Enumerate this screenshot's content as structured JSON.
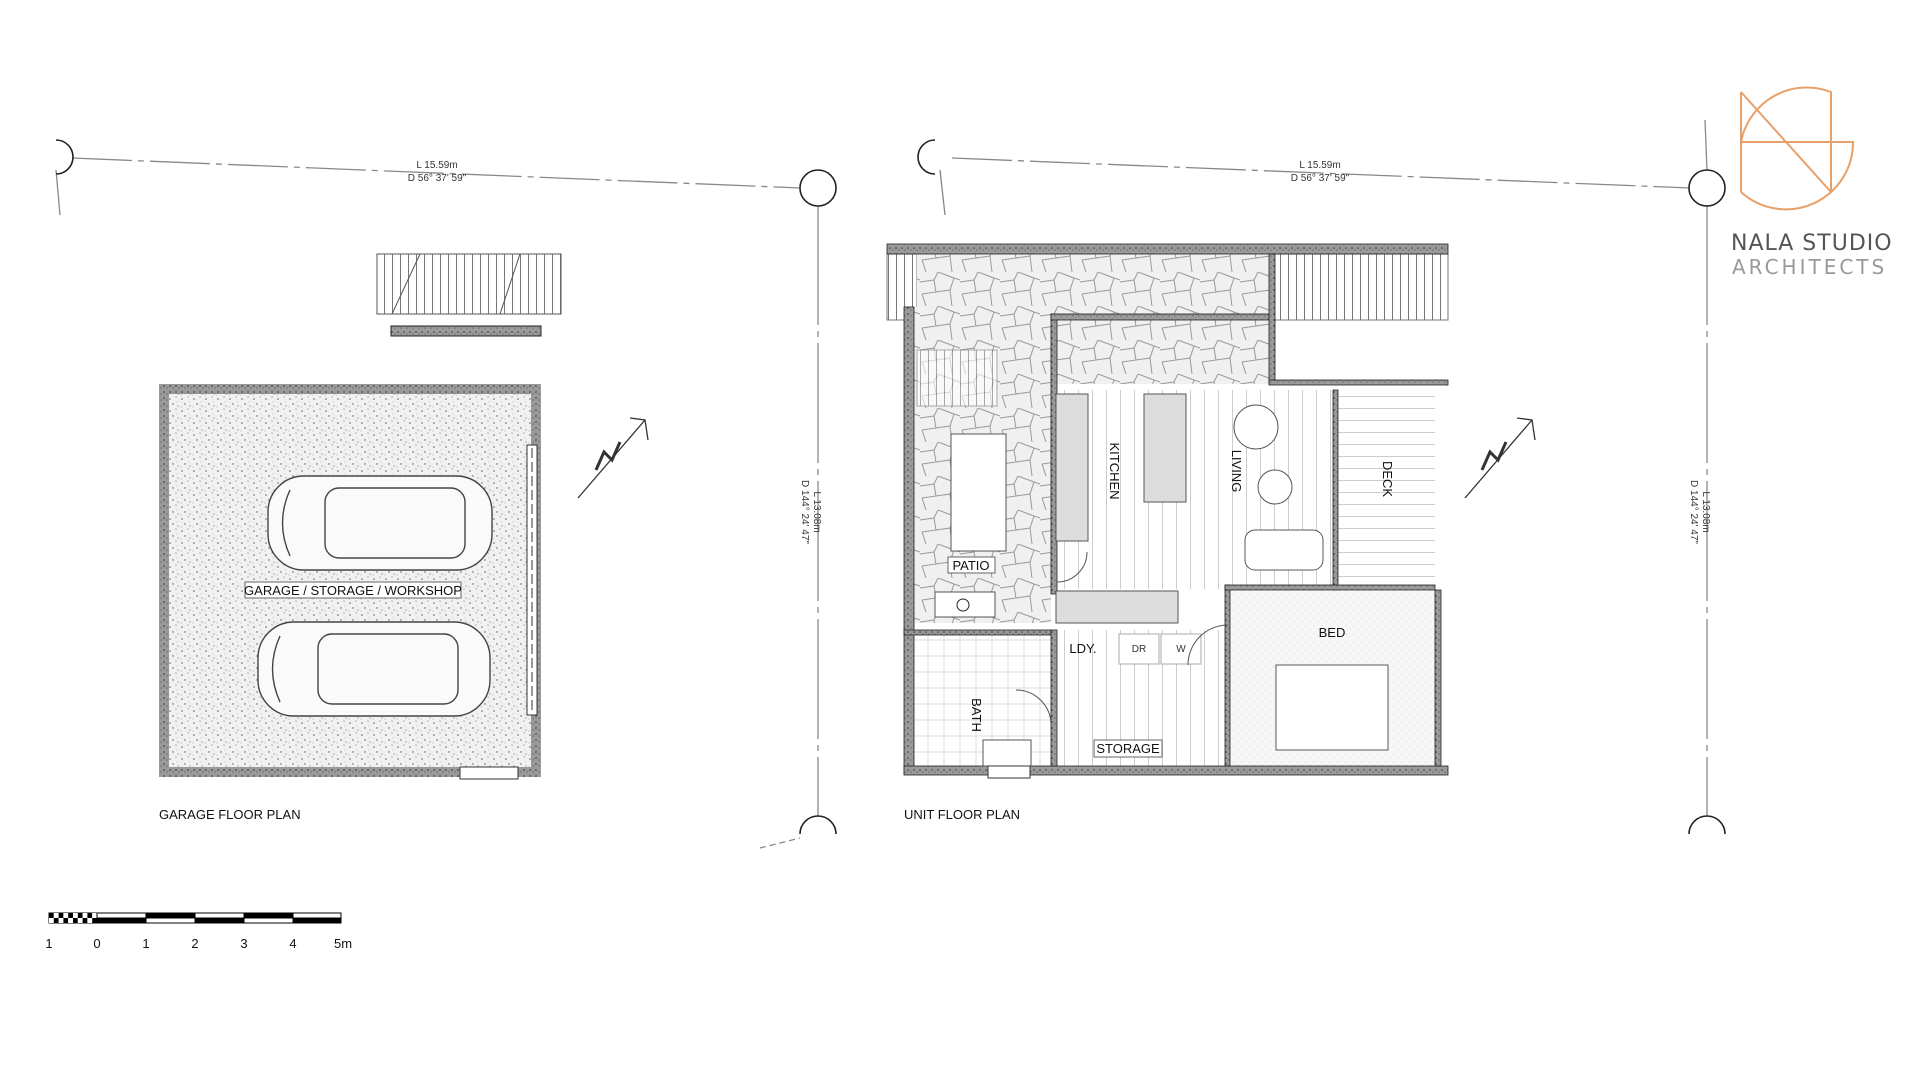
{
  "brand": {
    "name": "NALA STUDIO",
    "subtitle": "ARCHITECTS",
    "accent_color": "#e8a06a"
  },
  "boundaries": {
    "top_length": "L 15.59m",
    "top_bearing": "D 56° 37' 59\"",
    "side_length": "L 13.08m",
    "side_bearing": "D 144° 24' 47\""
  },
  "garage": {
    "title": "GARAGE FLOOR PLAN",
    "room_label": "GARAGE / STORAGE / WORKSHOP"
  },
  "unit": {
    "title": "UNIT FLOOR PLAN",
    "rooms": {
      "patio": "PATIO",
      "kitchen": "KITCHEN",
      "living": "LIVING",
      "deck": "DECK",
      "bed": "BED",
      "laundry": "LDY.",
      "dryer": "DR",
      "washer": "W",
      "bath": "BATH",
      "storage": "STORAGE"
    }
  },
  "scale_bar": {
    "labels": [
      "1",
      "0",
      "1",
      "2",
      "3",
      "4",
      "5m"
    ]
  }
}
